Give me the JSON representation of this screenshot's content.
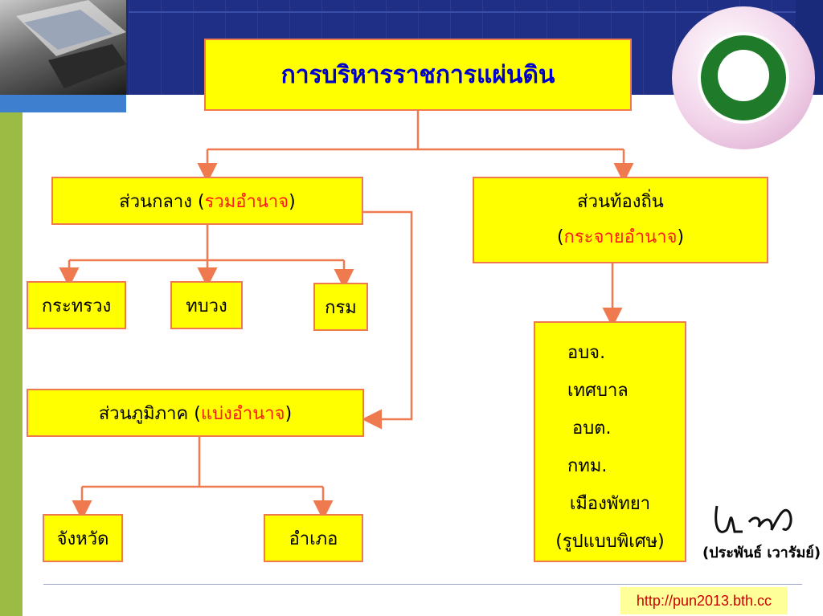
{
  "title": "การบริหารราชการแผ่นดิน",
  "central": {
    "label": "ส่วนกลาง (",
    "highlight": "รวมอำนาจ",
    "close": ")"
  },
  "central_children": [
    "กระทรวง",
    "ทบวง",
    "กรม"
  ],
  "regional": {
    "label": "ส่วนภูมิภาค (",
    "highlight": "แบ่งอำนาจ",
    "close": ")"
  },
  "regional_children": [
    "จังหวัด",
    "อำเภอ"
  ],
  "local": {
    "label": "ส่วนท้องถิ่น",
    "open": "(",
    "highlight": "กระจายอำนาจ",
    "close": ")"
  },
  "local_children": [
    "อบจ.",
    "เทศบาล",
    "อบต.",
    "กทม.",
    "เมืองพัทยา",
    "(รูปแบบพิเศษ)"
  ],
  "signature": {
    "name": "(ประพันธ์ เวารัมย์)"
  },
  "footer": {
    "url": "http://pun2013.bth.cc"
  },
  "colors": {
    "box_fill": "#ffff00",
    "box_border": "#f07a50",
    "title_text": "#0000cc",
    "highlight_text": "#ff1a1a",
    "header_bar": "#1a2a7a",
    "left_stripe": "#9bbb44"
  }
}
